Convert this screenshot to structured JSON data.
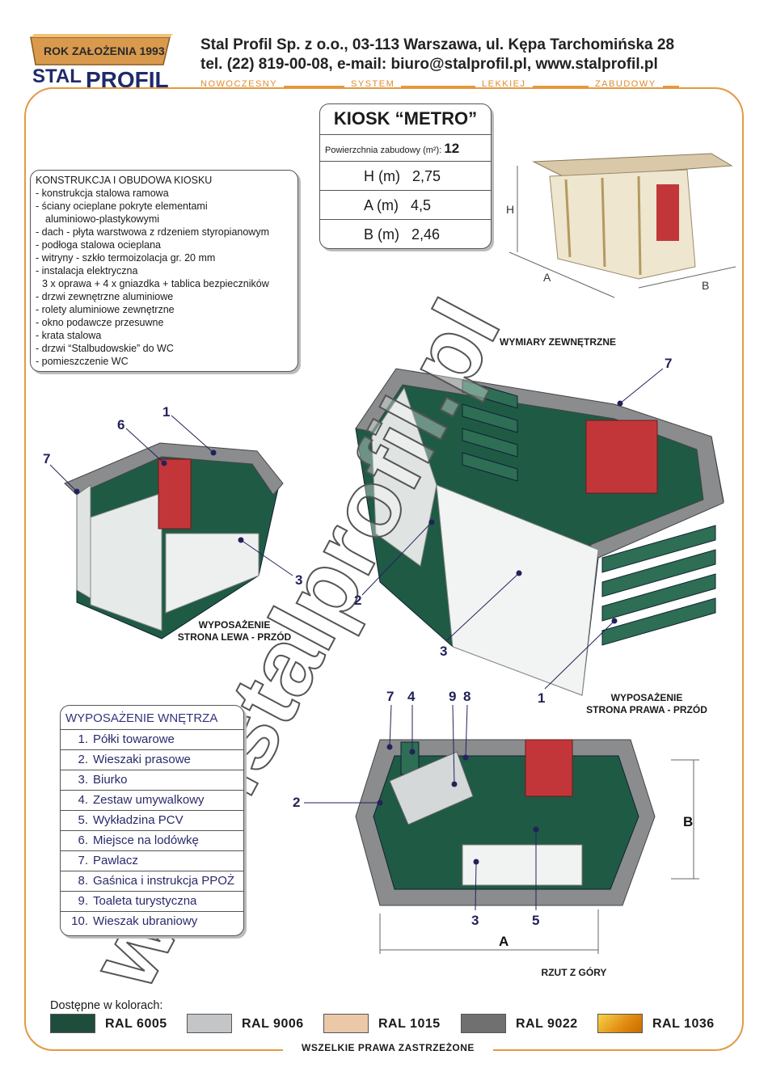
{
  "header": {
    "logo_top": "ROK ZAŁOŻENIA 1993",
    "logo_brand_1": "STAL",
    "logo_brand_2": "PROFIL",
    "company_line1": "Stal Profil Sp. z o.o., 03-113 Warszawa, ul. Kępa Tarchomińska 28",
    "company_line2": "tel. (22) 819-00-08,  e-mail: biuro@stalprofil.pl,  www.stalprofil.pl",
    "slogan": [
      "NOWOCZESNY",
      "SYSTEM",
      "LEKKIEJ",
      "ZABUDOWY"
    ]
  },
  "kiosk": {
    "name": "KIOSK “METRO”",
    "area_label": "Powierzchnia zabudowy (m²):",
    "area_value": "12",
    "dims": [
      {
        "label": "H (m)",
        "value": "2,75"
      },
      {
        "label": "A (m)",
        "value": "4,5"
      },
      {
        "label": "B (m)",
        "value": "2,46"
      }
    ]
  },
  "construction": {
    "title": "KONSTRUKCJA I OBUDOWA KIOSKU",
    "items": [
      "- konstrukcja stalowa ramowa",
      "- ściany ocieplane pokryte elementami",
      "    aluminiowo-plastykowymi",
      "- dach - płyta warstwowa z rdzeniem styropianowym",
      "- podłoga stalowa ocieplana",
      "- witryny - szkło termoizolacja gr. 20 mm",
      "- instalacja elektryczna",
      "   3 x oprawa + 4 x gniazdka + tablica bezpieczników",
      "- drzwi zewnętrzne aluminiowe",
      "- rolety aluminiowe zewnętrzne",
      "- okno podawcze przesuwne",
      "- krata stalowa",
      "- drzwi “Stalbudowskie” do WC",
      "- pomieszczenie WC"
    ]
  },
  "captions": {
    "external": "WYMIARY ZEWNĘTRZNE",
    "left_1": "WYPOSAŻENIE",
    "left_2": "STRONA LEWA - PRZÓD",
    "right_1": "WYPOSAŻENIE",
    "right_2": "STRONA PRAWA - PRZÓD",
    "top_view": "RZUT Z GÓRY"
  },
  "dimension_letters": {
    "h": "H",
    "a": "A",
    "b": "B"
  },
  "callouts": {
    "left": [
      "1",
      "6",
      "7",
      "3"
    ],
    "right": [
      "7",
      "2",
      "3",
      "1"
    ],
    "plan": [
      "7",
      "4",
      "9",
      "8",
      "2",
      "3",
      "5"
    ]
  },
  "equipment": {
    "title": "WYPOSAŻENIE WNĘTRZA",
    "items": [
      {
        "num": "1.",
        "label": "Półki towarowe"
      },
      {
        "num": "2.",
        "label": "Wieszaki prasowe"
      },
      {
        "num": "3.",
        "label": "Biurko"
      },
      {
        "num": "4.",
        "label": "Zestaw umywalkowy"
      },
      {
        "num": "5.",
        "label": "Wykładzina PCV"
      },
      {
        "num": "6.",
        "label": "Miejsce na lodówkę"
      },
      {
        "num": "7.",
        "label": "Pawlacz"
      },
      {
        "num": "8.",
        "label": "Gaśnica i instrukcja PPOŻ"
      },
      {
        "num": "9.",
        "label": "Toaleta turystyczna"
      },
      {
        "num": "10.",
        "label": "Wieszak ubraniowy"
      }
    ]
  },
  "colors": {
    "label": "Dostępne w kolorach:",
    "swatches": [
      {
        "name": "RAL 6005",
        "hex": "#1f4d3c"
      },
      {
        "name": "RAL 9006",
        "hex": "#c4c5c6"
      },
      {
        "name": "RAL 1015",
        "hex": "#ebc8a8"
      },
      {
        "name": "RAL 9022",
        "hex": "#707070"
      },
      {
        "name": "RAL 1036",
        "hex": "#e8a020"
      }
    ]
  },
  "footer": "WSZELKIE PRAWA ZASTRZEŻONE",
  "watermark": "www.stalprofil.pl"
}
